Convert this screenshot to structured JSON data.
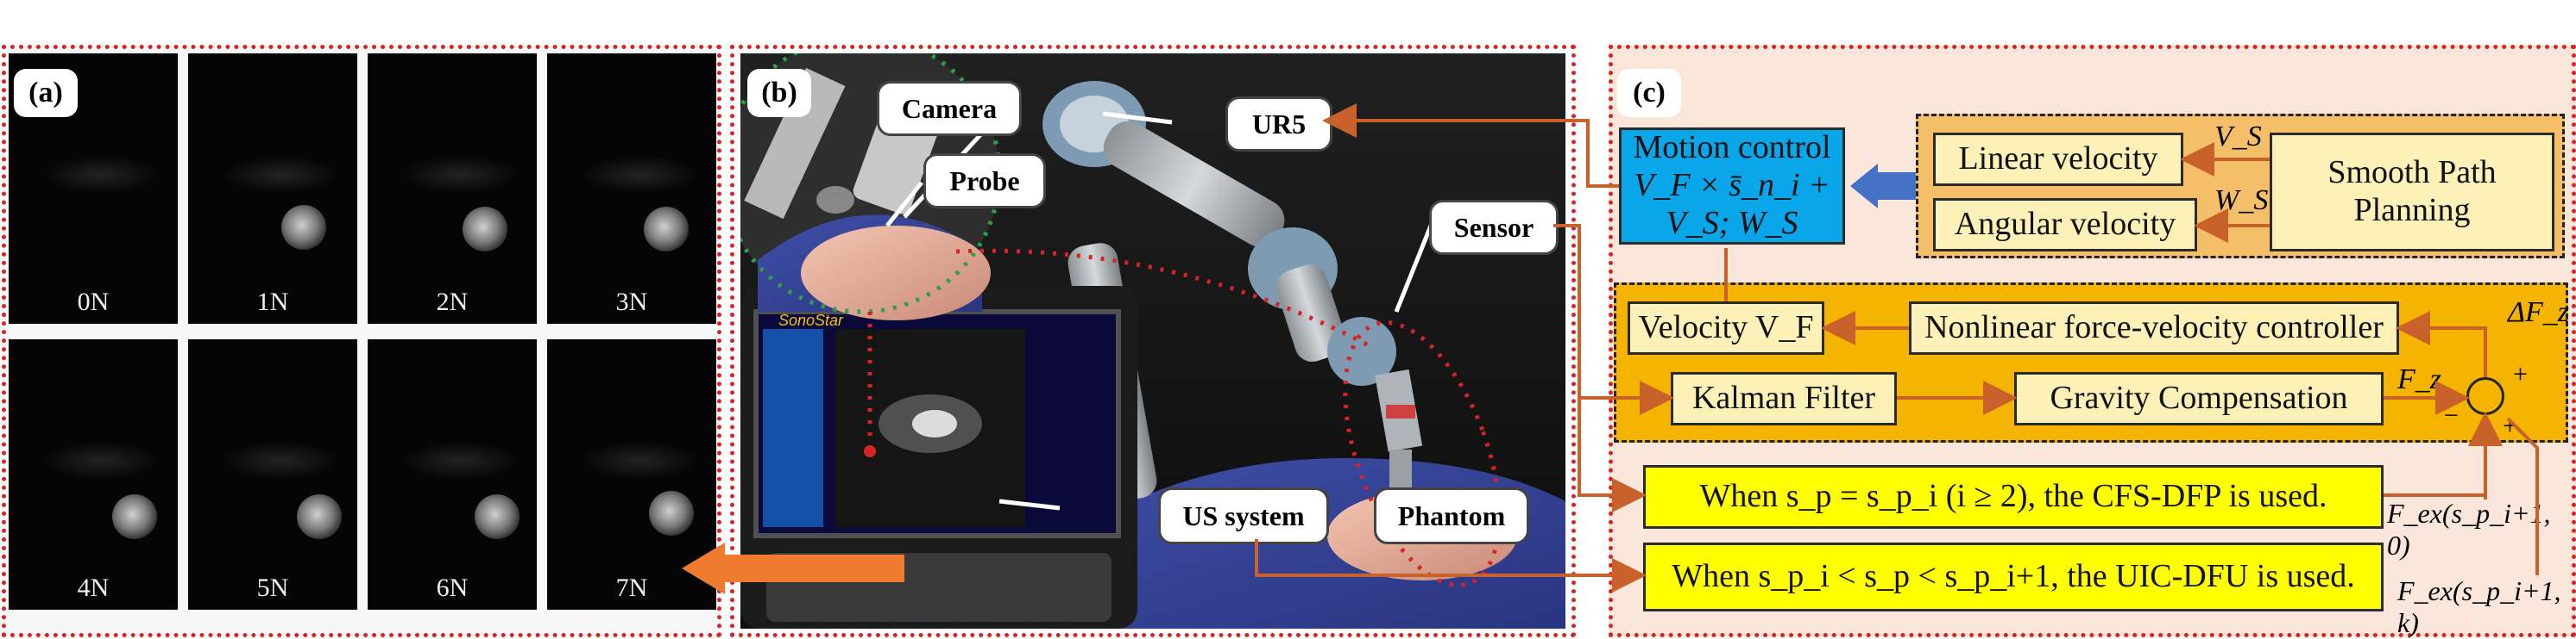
{
  "panel_a": {
    "tag": "(a)",
    "images": [
      "0N",
      "1N",
      "2N",
      "3N",
      "4N",
      "5N",
      "6N",
      "7N"
    ]
  },
  "panel_b": {
    "tag": "(b)",
    "labels": {
      "camera": "Camera",
      "probe": "Probe",
      "ur5": "UR5",
      "sensor": "Sensor",
      "us_system": "US system",
      "phantom": "Phantom"
    },
    "screen_brand": "SonoStar"
  },
  "panel_c": {
    "tag": "(c)",
    "motion_control_title": "Motion control",
    "motion_control_eq": "V_F × s̄_n_i + V_S; W_S",
    "linear_velocity": "Linear velocity",
    "angular_velocity": "Angular velocity",
    "smooth_path_line1": "Smooth Path",
    "smooth_path_line2": "Planning",
    "vs_label": "V_S",
    "ws_label": "W_S",
    "velocity_vf": "Velocity V_F",
    "nonlinear_controller": "Nonlinear force-velocity controller",
    "kalman_filter": "Kalman Filter",
    "gravity_compensation": "Gravity Compensation",
    "fz_label": "F_z",
    "delta_fz_label": "ΔF_z",
    "minus_sign": "−",
    "plus_sign_top": "+",
    "plus_sign_bottom": "+",
    "cfs_rule": "When s_p = s_p_i (i ≥ 2),  the CFS-DFP is used.",
    "uic_rule": "When s_p_i < s_p < s_p_i+1,  the UIC-DFU is used.",
    "fex_0": "F_ex(s_p_i+1, 0)",
    "fex_k": "F_ex(s_p_i+1, k)"
  },
  "colors": {
    "panel_border": "#d62424",
    "arrow": "#c8612a",
    "motion_control_fill": "#0aa6ea",
    "controller_fill": "#f5b400",
    "rule_fill": "#ffff00",
    "panel_c_bg": "#fbe6dc"
  }
}
